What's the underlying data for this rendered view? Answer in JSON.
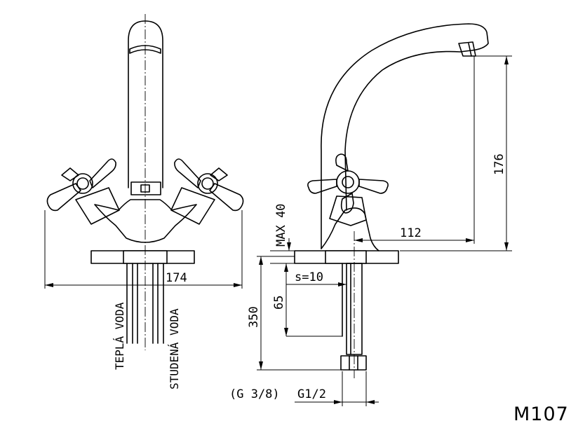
{
  "drawing": {
    "model": "M107",
    "front_view": {
      "dimensions": {
        "width": "174"
      },
      "labels": {
        "hot_water": "TEPLÁ VODA",
        "cold_water": "STUDENÁ VODA"
      }
    },
    "side_view": {
      "dimensions": {
        "height": "176",
        "reach": "112",
        "max_thickness": "MAX 40",
        "sleeve": "s=10",
        "depth": "65",
        "hose_length": "350"
      },
      "thread_labels": {
        "alt": "(G 3/8)",
        "main": "G1/2"
      }
    }
  }
}
